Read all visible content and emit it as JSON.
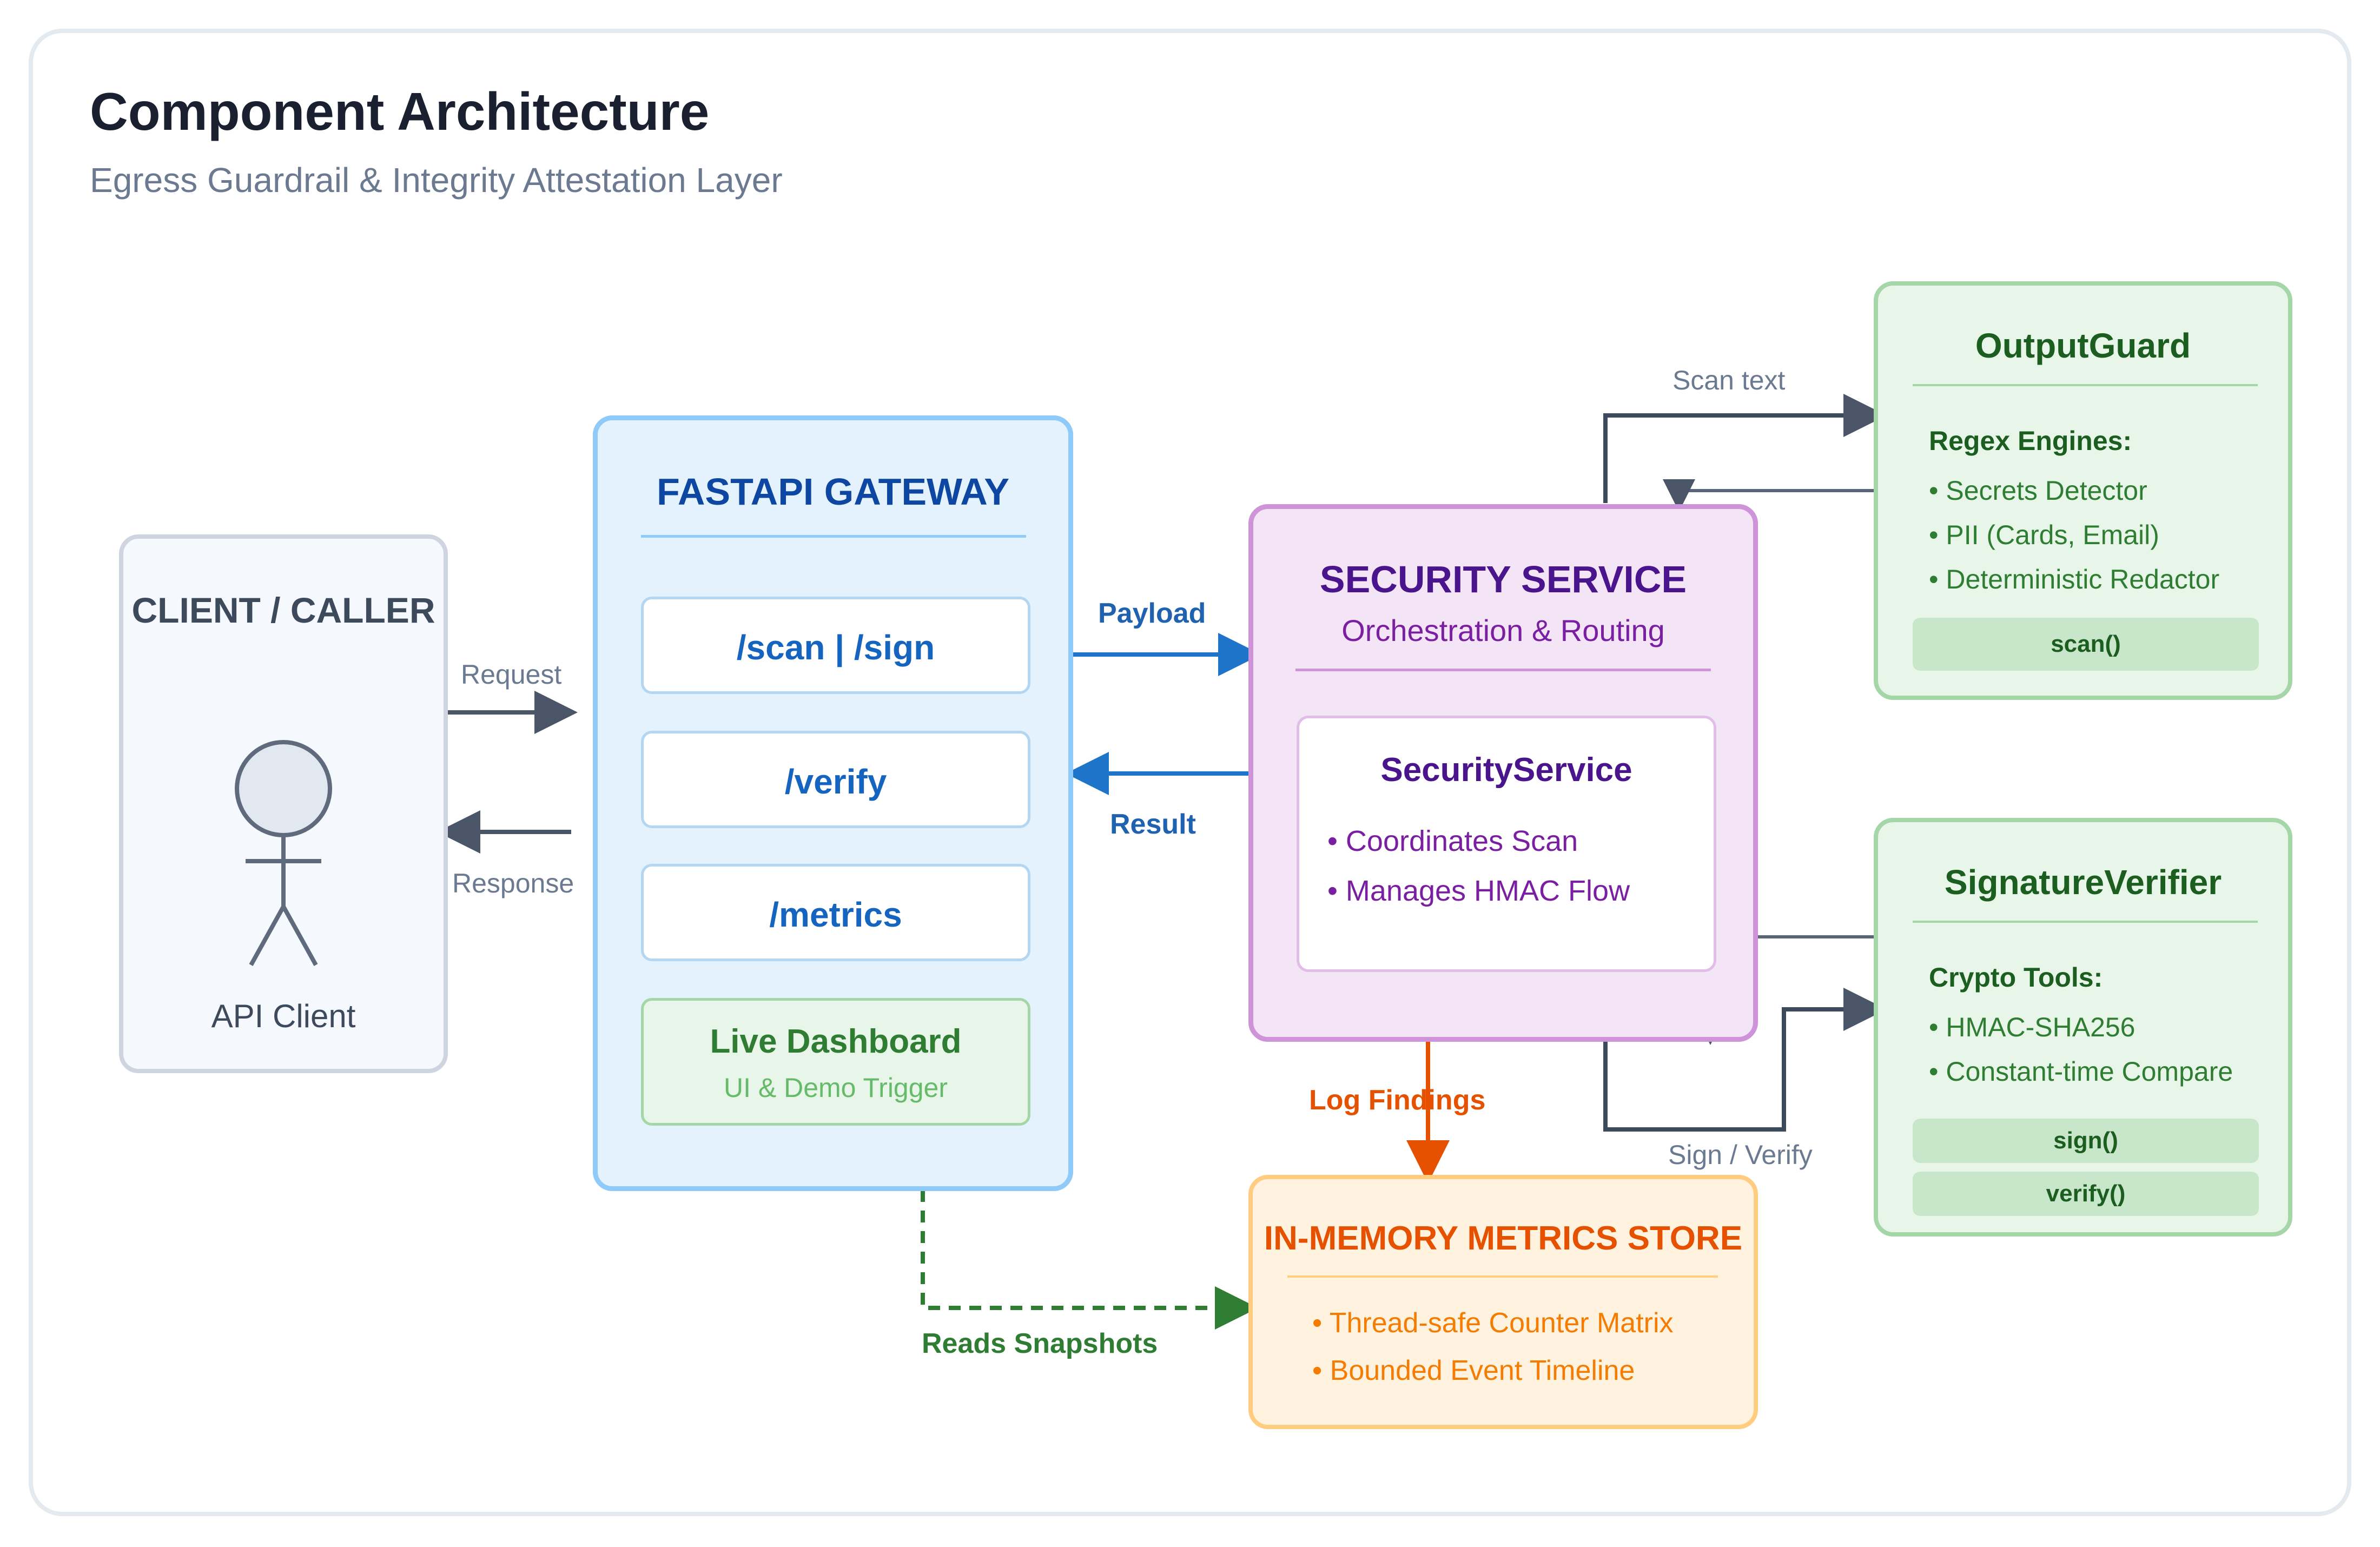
{
  "header": {
    "title": "Component Architecture",
    "subtitle": "Egress Guardrail & Integrity Attestation Layer"
  },
  "client": {
    "title": "CLIENT / CALLER",
    "actor_label": "API Client"
  },
  "gateway": {
    "title": "FASTAPI GATEWAY",
    "routes": [
      "/scan | /sign",
      "/verify",
      "/metrics"
    ],
    "dashboard_title": "Live Dashboard",
    "dashboard_subtitle": "UI & Demo Trigger"
  },
  "security": {
    "title": "SECURITY SERVICE",
    "subtitle": "Orchestration & Routing",
    "inner_title": "SecurityService",
    "inner_items": [
      "• Coordinates Scan",
      "• Manages HMAC Flow"
    ]
  },
  "output_guard": {
    "title": "OutputGuard",
    "section": "Regex Engines:",
    "items": [
      "• Secrets Detector",
      "• PII (Cards, Email)",
      "• Deterministic Redactor"
    ],
    "methods": [
      "scan()"
    ]
  },
  "signature_verifier": {
    "title": "SignatureVerifier",
    "section": "Crypto Tools:",
    "items": [
      "• HMAC-SHA256",
      "• Constant-time Compare"
    ],
    "methods": [
      "sign()",
      "verify()"
    ]
  },
  "metrics_store": {
    "title": "IN-MEMORY METRICS STORE",
    "items": [
      "• Thread-safe Counter Matrix",
      "• Bounded Event Timeline"
    ]
  },
  "edges": {
    "request": "Request",
    "response": "Response",
    "payload": "Payload",
    "result": "Result",
    "scan_text": "Scan text",
    "sign_verify": "Sign / Verify",
    "log_findings": "Log Findings",
    "reads_snapshots": "Reads Snapshots"
  },
  "colors": {
    "client_border": "#cfd5e0",
    "gateway_border": "#90caf9",
    "gateway_text": "#0d47a1",
    "security_border": "#ce93d8",
    "security_text": "#4a148c",
    "guard_border": "#a5d6a7",
    "guard_text": "#1b5e20",
    "metrics_border": "#ffcc80",
    "metrics_text": "#e65100"
  }
}
